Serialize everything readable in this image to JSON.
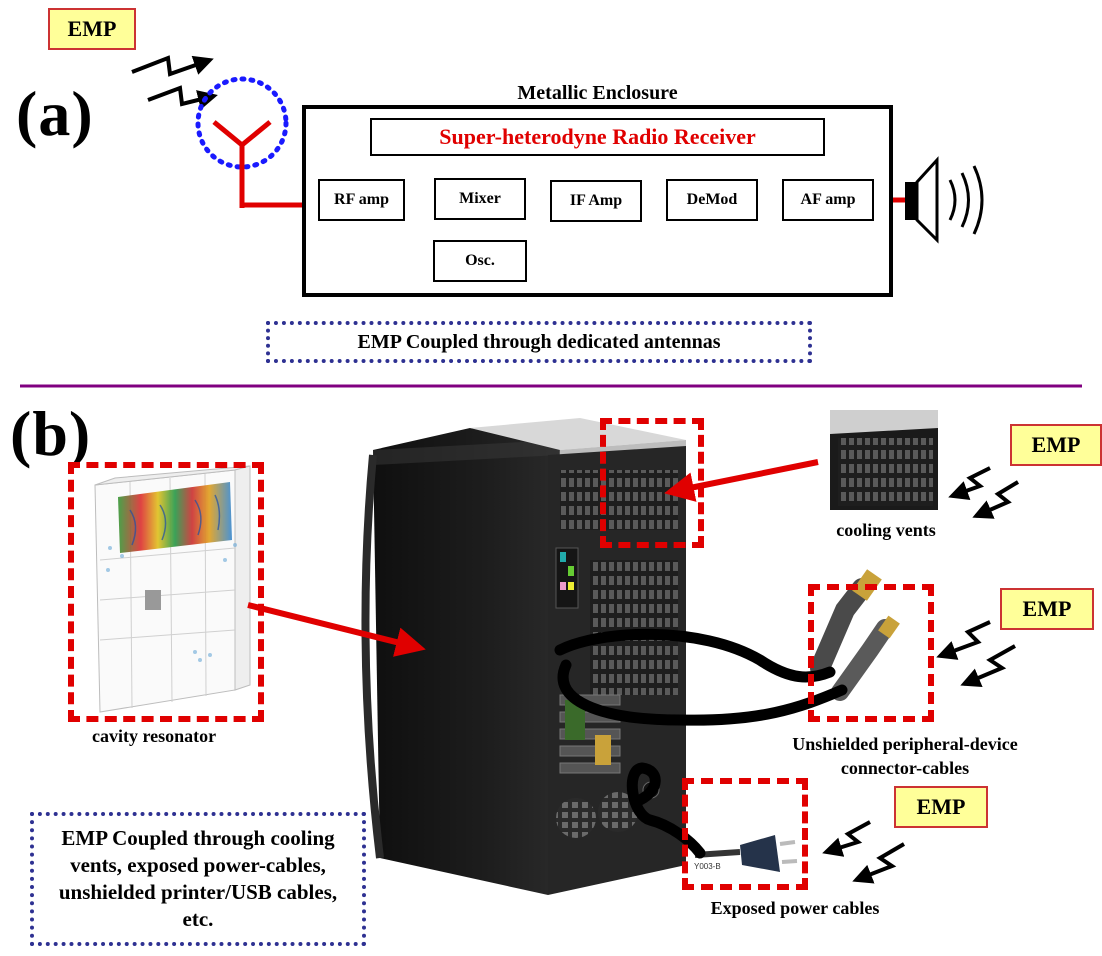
{
  "panel_a": {
    "label": "(a)",
    "emp_tag": "EMP",
    "enclosure_title": "Metallic Enclosure",
    "receiver_title": "Super-heterodyne Radio Receiver",
    "blocks": {
      "rf": "RF amp",
      "mixer": "Mixer",
      "if": "IF Amp",
      "demod": "DeMod",
      "af": "AF amp",
      "osc": "Osc."
    },
    "caption": "EMP Coupled through dedicated antennas"
  },
  "panel_b": {
    "label": "(b)",
    "emp_tags": [
      "EMP",
      "EMP",
      "EMP"
    ],
    "cavity_caption": "cavity resonator",
    "vents_caption": "cooling vents",
    "cables_caption": "Unshielded peripheral-device connector-cables",
    "power_caption": "Exposed power cables",
    "plug_label": "Y003-B",
    "summary": "EMP Coupled through cooling vents, exposed power-cables, unshielded printer/USB cables, etc."
  },
  "colors": {
    "signal_line": "#e00000",
    "dotted_border": "#2e3192",
    "divider": "#800080",
    "emp_fill": "#ffff99"
  }
}
